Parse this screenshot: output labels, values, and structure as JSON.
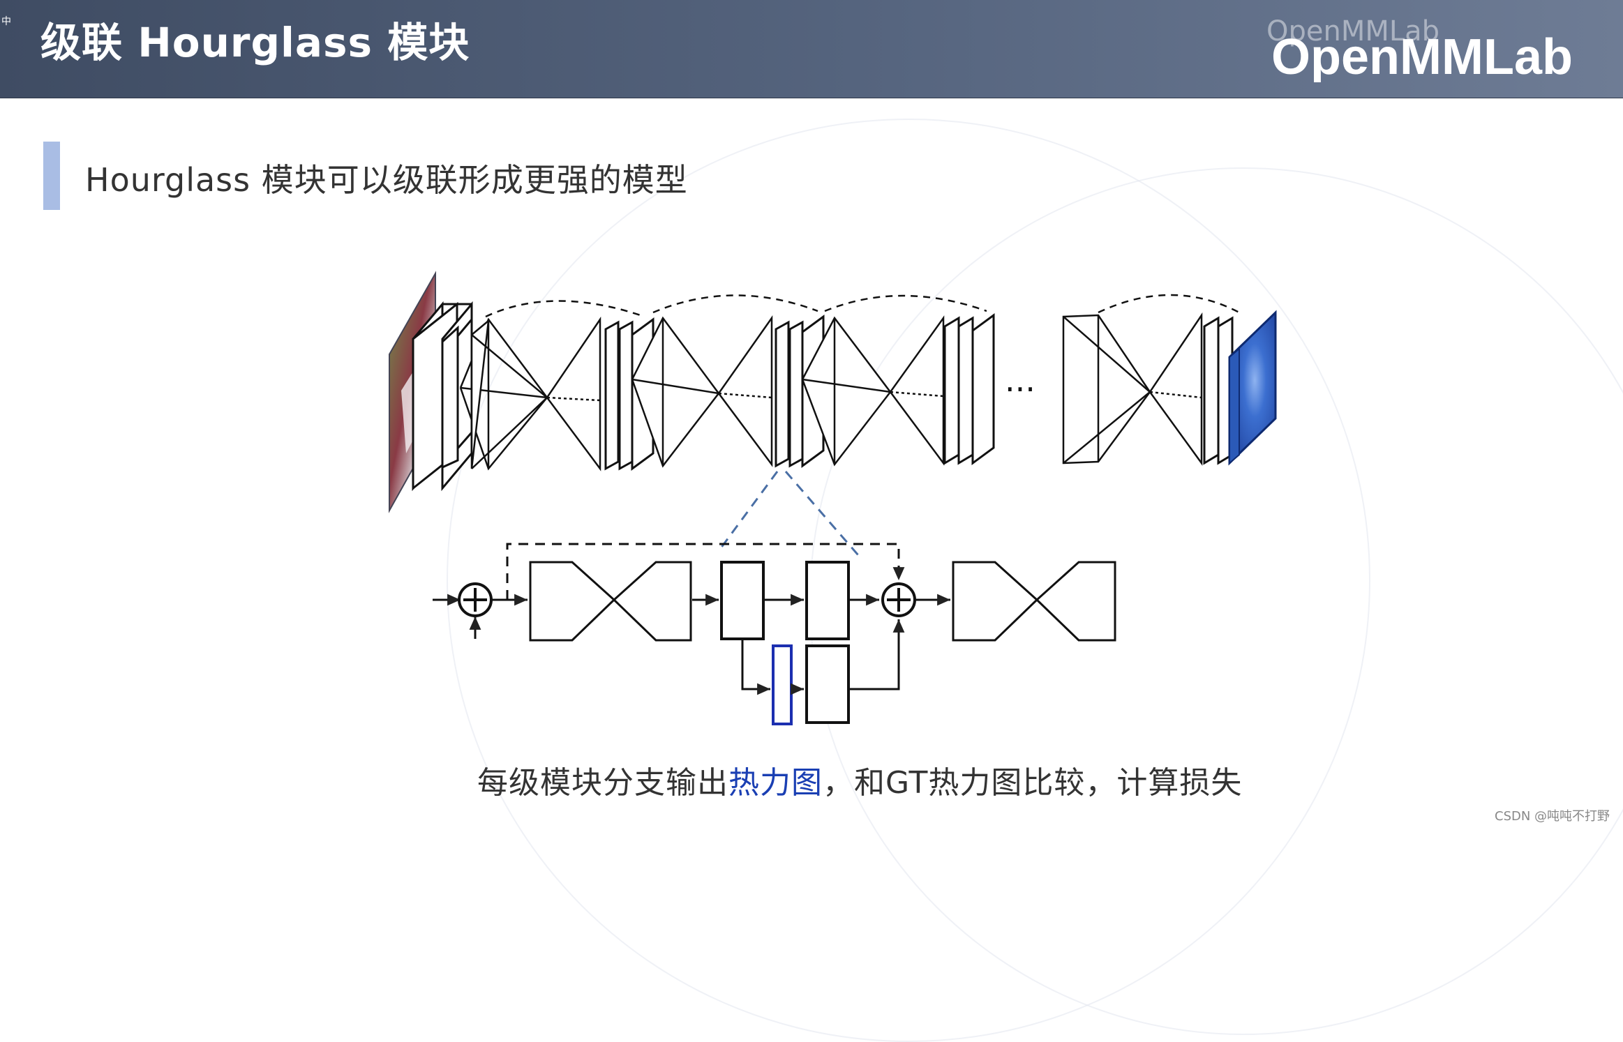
{
  "header": {
    "ime_indicator": "中",
    "title": "级联 Hourglass 模块",
    "logo": {
      "text": "OpenMMLab",
      "overlay_text": "OpenMMLab"
    }
  },
  "slide": {
    "subtitle": "Hourglass 模块可以级联形成更强的模型",
    "caption": {
      "before": "每级模块分支输出",
      "highlight": "热力图",
      "after": "，和GT热力图比较，计算损失"
    },
    "ellipsis": "···"
  },
  "watermark": "CSDN @吨吨不打野",
  "colors": {
    "header_bg": "#56657f",
    "accent_bar": "#a9bde4",
    "highlight_text": "#1a3fb3",
    "heatmap_blue": "#2b5ab8",
    "branch_box": "#1c2fb0",
    "zoom_line": "#4a6fa5",
    "text": "#333333"
  },
  "icons": {
    "input_image": "photo-thumbnail",
    "output_heatmap": "heatmap-thumbnail",
    "sum_node": "circled-plus-icon"
  }
}
